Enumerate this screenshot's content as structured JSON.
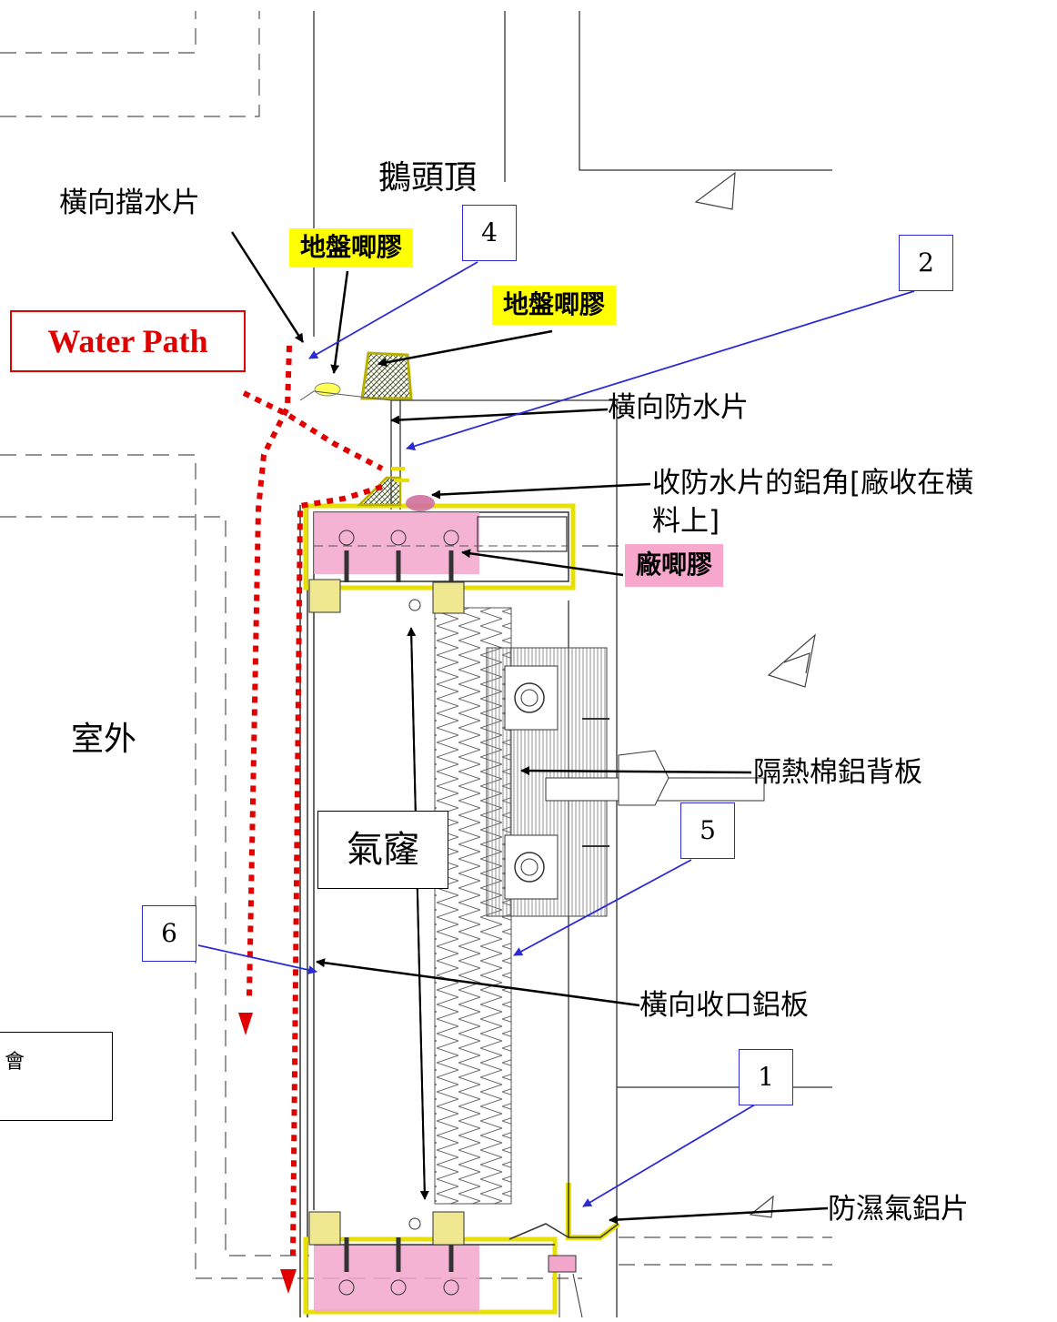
{
  "labels": {
    "top_title": "鵝頭頂",
    "horizontal_baffle": "橫向擋水片",
    "site_sealant_1": "地盤唧膠",
    "site_sealant_2": "地盤唧膠",
    "water_path": "Water Path",
    "horizontal_waterproof": "橫向防水片",
    "aluminium_angle_line1": "收防水片的鋁角[廠收在橫",
    "aluminium_angle_line2": "料上]",
    "factory_sealant": "廠唧膠",
    "outdoor": "室外",
    "insulation_backpanel": "隔熱棉鋁背板",
    "air_cavity": "氣窿",
    "horizontal_closure_plate": "橫向收口鋁板",
    "vapor_barrier": "防濕氣鋁片",
    "cut_text": "會"
  },
  "markers": [
    "4",
    "2",
    "5",
    "6",
    "1"
  ],
  "colors": {
    "water_path": "#e00000",
    "leader_blue": "#2b2bd6",
    "sealant_yellow": "#ffff00",
    "sealant_pink": "#f7a8cc"
  }
}
